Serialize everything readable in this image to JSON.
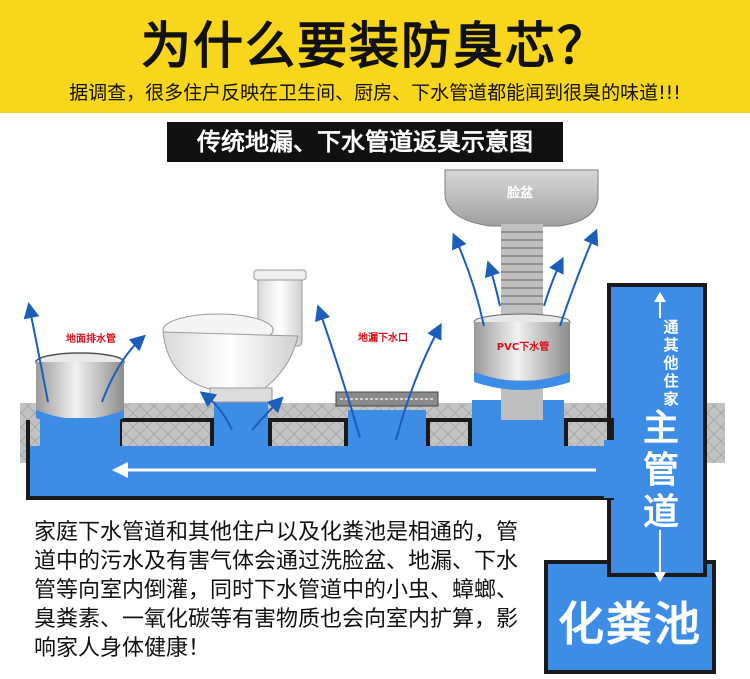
{
  "header": {
    "title": "为什么要装防臭芯？",
    "subtitle": "据调查，很多住户反映在卫生间、厨房、下水管道都能闻到很臭的味道!!!"
  },
  "diagram": {
    "title": "传统地漏、下水管道返臭示意图",
    "labels": {
      "floor_drain_pipe": "地面排水管",
      "floor_drain_outlet": "地漏下水口",
      "pvc_pipe": "PVC下水管",
      "basin": "脸盆",
      "to_other_homes": "通其他住家",
      "main_pipe": "主管道",
      "septic_tank": "化粪池"
    },
    "colors": {
      "header_bg": "#f8d61c",
      "water": "#3d8de6",
      "floor": "#bdbdbd",
      "arrow": "#1c4f9c",
      "label_red": "#d4141d"
    }
  },
  "note": "家庭下水管道和其他住户以及化粪池是相通的，管道中的污水及有害气体会通过洗脸盆、地漏、下水管等向室内倒灌，同时下水管道中的小虫、蟑螂、臭粪素、一氧化碳等有害物质也会向室内扩算，影响家人身体健康！"
}
